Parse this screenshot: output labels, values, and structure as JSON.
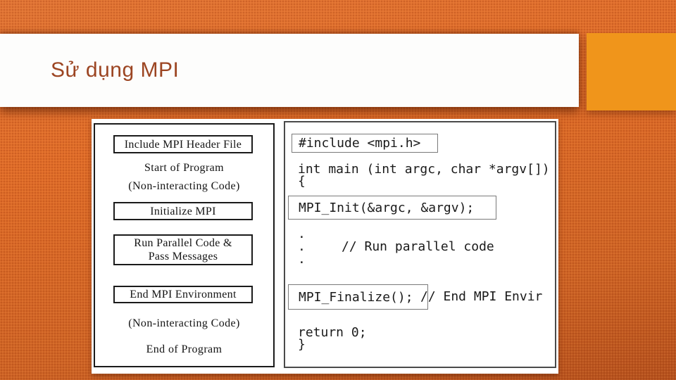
{
  "colors": {
    "background_orange": "#DF6B28",
    "accent_square": "#F0951B",
    "title_text": "#9C4522",
    "banner_white": "#FDFDFC",
    "code_text": "#1A1A1A"
  },
  "header": {
    "title": "Sử dụng MPI"
  },
  "diagram": {
    "left": {
      "include_box": "Include MPI Header File",
      "start_of_program": "Start of Program",
      "non_interacting_1": "(Non-interacting Code)",
      "initialize_box": "Initialize MPI",
      "run_box_line1": "Run Parallel Code &",
      "run_box_line2": "Pass Messages",
      "end_mpi_box": "End MPI Environment",
      "non_interacting_2": "(Non-interacting Code)",
      "end_of_program": "End of Program"
    },
    "right": {
      "include": "#include <mpi.h>",
      "main_signature": "int main (int argc, char *argv[])",
      "open_brace": "{",
      "init_call": "MPI_Init(&argc, &argv);",
      "dot": ".",
      "run_comment": "// Run parallel code",
      "finalize_call": "MPI_Finalize();",
      "end_comment": "// End MPI Envir",
      "return_statement": "return 0;",
      "close_brace": "}"
    }
  }
}
